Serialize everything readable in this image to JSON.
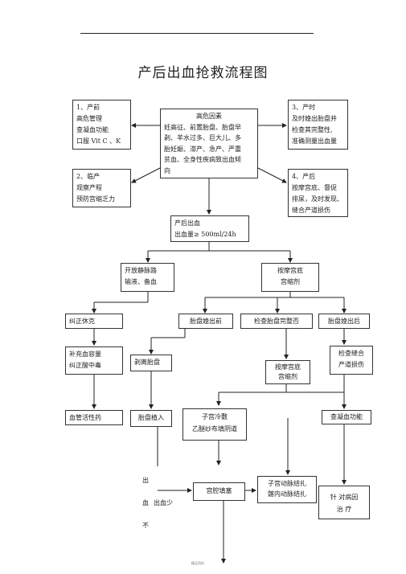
{
  "header": {
    "title": "产后出血抢救流程图"
  },
  "boxes": {
    "prenatal": [
      "1、产前",
      "高危管理",
      "查凝血功能",
      "口服 Vit C 、K"
    ],
    "risk": [
      "高危因素",
      "妊高征、前置胎盘、胎盘早",
      "剥、羊水过多、巨大儿、多",
      "胎妊娠、滞产、急产、严重",
      "贫血、全身性疾病致出血倾",
      "向"
    ],
    "delivery": [
      "3、产时",
      "及时娩出胎盘并",
      "检查其完整性,",
      "准确测量出血量"
    ],
    "labor": [
      "2、临产",
      "观察产程",
      "预防宫缩乏力"
    ],
    "postpartum": [
      "4、产后",
      "按摩宫底、督促",
      "排尿，及时发现、",
      "缝合产道损伤"
    ],
    "pph": [
      "产后出血",
      "出血量≥ 500ml/24h"
    ],
    "iv": [
      "开放静脉路",
      "输液、备血"
    ],
    "massage1": [
      "按摩宫底",
      "宫缩剂"
    ],
    "shock": [
      "纠正休克"
    ],
    "undelivered": [
      "胎盘娩出前"
    ],
    "check_placenta": [
      "检查胎盘完整否"
    ],
    "delivered": [
      "胎盘娩出后"
    ],
    "volume": [
      "补充血容量",
      "纠正酸中毒"
    ],
    "peel": [
      "剥离胎盘"
    ],
    "massage2": [
      "按摩宫底",
      "宫缩剂"
    ],
    "suture_check": [
      "检查缝合",
      "产道损伤"
    ],
    "vasoactive": [
      "血管活性药"
    ],
    "accreta": [
      "胎盘植入"
    ],
    "cold": [
      "子宫冷敷",
      "乙醚纱布填阴道"
    ],
    "coag": [
      "查凝血功能"
    ],
    "ligation": [
      "子宫动脉结扎",
      "髂内动脉结扎"
    ],
    "packing": [
      "宫腔填塞"
    ],
    "cause": [
      "针 对病因",
      "治        疗"
    ]
  },
  "labels": {
    "vertical": [
      "出",
      "血",
      "不"
    ],
    "less_bleeding": "出血少"
  },
  "footer": {
    "note": "精品资料"
  }
}
